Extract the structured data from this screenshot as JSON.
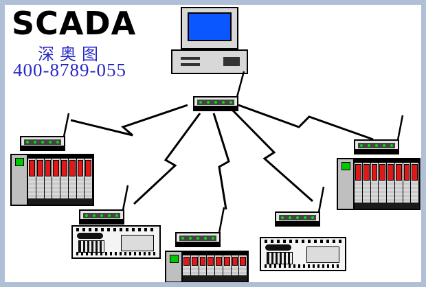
{
  "header": {
    "title": "SCADA",
    "subtitle": "深奥图",
    "phone": "400-8789-055"
  },
  "colors": {
    "frame_border": "#aebfd6",
    "text_blue": "#2828c8",
    "monitor_screen_blue": "#0b57ff",
    "led_green": "#00e000",
    "plc_module_red": "#e01818",
    "line_black": "#000000"
  },
  "devices": {
    "host": "desktop-computer",
    "master": "radio-modem-with-antenna",
    "sites": [
      {
        "id": "left",
        "modem": "radio-modem-with-antenna",
        "controller": "modular-plc-rack"
      },
      {
        "id": "right",
        "modem": "radio-modem-with-antenna",
        "controller": "modular-plc-rack"
      },
      {
        "id": "bottom-left",
        "modem": "radio-modem-with-antenna",
        "controller": "compact-plc"
      },
      {
        "id": "bottom-center",
        "modem": "radio-modem-with-antenna",
        "controller": "modular-plc-rack"
      },
      {
        "id": "bottom-right",
        "modem": "radio-modem-with-antenna",
        "controller": "compact-plc"
      }
    ],
    "links": "lightning-zigzag-wireless-links"
  }
}
